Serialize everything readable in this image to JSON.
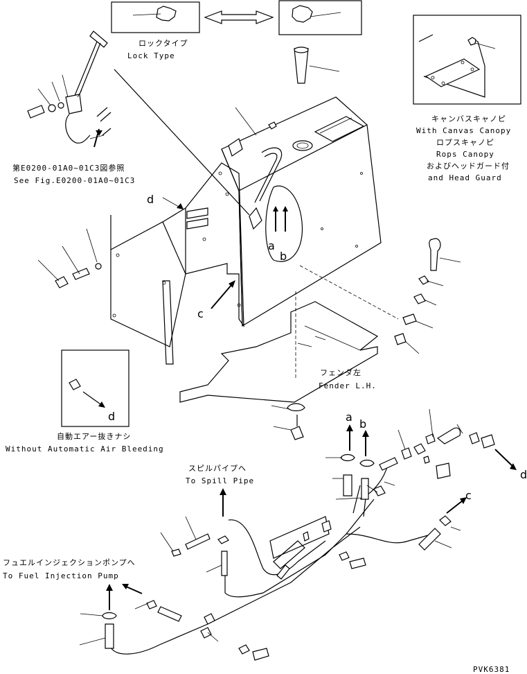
{
  "labels": {
    "lock_type_jp": "ロックタイプ",
    "lock_type_en": "Lock Type",
    "canvas_jp": "キャンバスキャノピ",
    "canvas_en": "With Canvas Canopy",
    "rops_jp": "ロプスキャノピ",
    "rops_en": "Rops Canopy",
    "headguard_jp": "およびヘッドガード付",
    "headguard_en": "and Head Guard",
    "see_fig_jp": "第E0200-01A0~01C3図参照",
    "see_fig_en": "See Fig.E0200-01A0~01C3",
    "fender_jp": "フェンダ左",
    "fender_en": "Fender L.H.",
    "air_jp": "自動エアー抜きナシ",
    "air_en": "Without Automatic Air Bleeding",
    "spill_jp": "スピルパイプへ",
    "spill_en": "To Spill Pipe",
    "fuel_jp": "フュエルインジェクションポンプへ",
    "fuel_en": "To Fuel Injection Pump",
    "code": "PVK6381"
  },
  "markers": {
    "a": "a",
    "b": "b",
    "c": "c",
    "d": "d"
  }
}
